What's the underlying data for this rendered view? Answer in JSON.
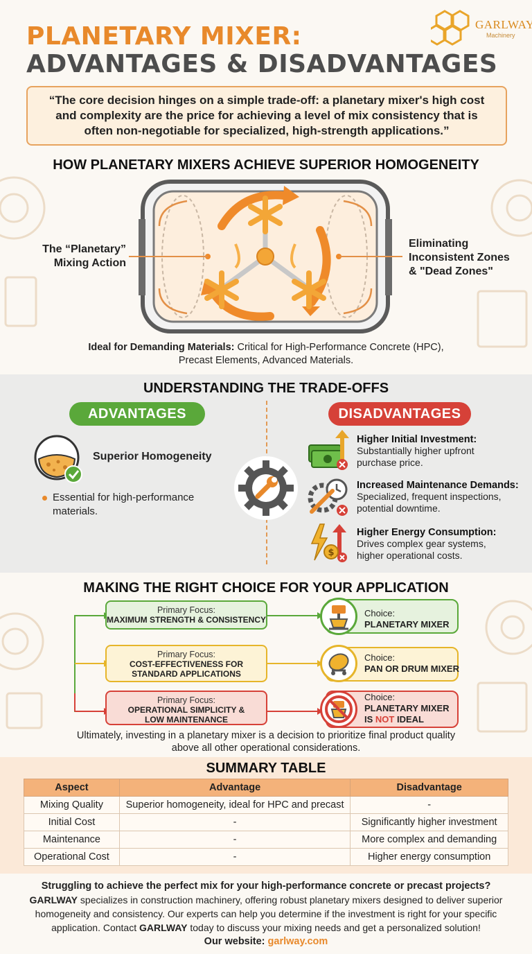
{
  "header": {
    "title_line1": "PLANETARY MIXER:",
    "title_line2": "ADVANTAGES & DISADVANTAGES",
    "logo_name": "GARLWAY",
    "logo_sub": "Machinery"
  },
  "quote": "“The core decision hinges on a simple trade-off: a planetary mixer's high cost and complexity are the price for achieving a level of mix consistency that is often non-negotiable for specialized, high-strength applications.”",
  "homogeneity": {
    "heading": "HOW PLANETARY MIXERS ACHIEVE SUPERIOR HOMOGENEITY",
    "left_label_1": "The “Planetary”",
    "left_label_2": "Mixing Action",
    "right_label_1": "Eliminating",
    "right_label_2": "Inconsistent Zones",
    "right_label_3": "& \"Dead Zones\"",
    "ideal_bold": "Ideal for Demanding Materials:",
    "ideal_text": " Critical for High-Performance Concrete (HPC),",
    "ideal_line2": "Precast Elements, Advanced Materials."
  },
  "tradeoffs": {
    "heading": "UNDERSTANDING THE TRADE-OFFS",
    "advantages_label": "ADVANTAGES",
    "disadvantages_label": "DISADVANTAGES",
    "adv_title": "Superior Homogeneity",
    "adv_bullet": "Essential for high-performance materials.",
    "dis_items": [
      {
        "title": "Higher Initial Investment:",
        "desc": "Substantially higher upfront purchase price."
      },
      {
        "title": "Increased Maintenance Demands:",
        "desc": "Specialized, frequent inspections, potential downtime."
      },
      {
        "title": "Higher Energy Consumption:",
        "desc": "Drives complex gear systems, higher operational costs."
      }
    ]
  },
  "decision": {
    "heading": "MAKING THE RIGHT CHOICE FOR YOUR APPLICATION",
    "focus_prefix": "Primary Focus:",
    "choice_prefix": "Choice:",
    "rows": [
      {
        "focus_1": "MAXIMUM STRENGTH & CONSISTENCY",
        "focus_2": "",
        "choice_1": "PLANETARY MIXER",
        "choice_2": ""
      },
      {
        "focus_1": "COST-EFFECTIVENESS FOR",
        "focus_2": "STANDARD APPLICATIONS",
        "choice_1": "PAN OR DRUM MIXER",
        "choice_2": ""
      },
      {
        "focus_1": "OPERATIONAL SIMPLICITY &",
        "focus_2": "LOW MAINTENANCE",
        "choice_1": "PLANETARY MIXER",
        "choice_2a": "IS ",
        "choice_2b": "NOT",
        "choice_2c": " IDEAL"
      }
    ],
    "ultimately_1": "Ultimately, investing in a planetary mixer is a decision to prioritize final product quality",
    "ultimately_2": "above all other operational considerations."
  },
  "summary": {
    "heading": "SUMMARY TABLE",
    "columns": [
      "Aspect",
      "Advantage",
      "Disadvantage"
    ],
    "rows": [
      [
        "Mixing Quality",
        "Superior homogeneity, ideal for HPC and precast",
        "-"
      ],
      [
        "Initial Cost",
        "-",
        "Significantly higher investment"
      ],
      [
        "Maintenance",
        "-",
        "More complex and demanding"
      ],
      [
        "Operational Cost",
        "-",
        "Higher energy consumption"
      ]
    ]
  },
  "cta": {
    "line1": "Struggling to achieve the perfect mix for your high-performance concrete or precast projects?",
    "brand": "GARLWAY",
    "line2": " specializes in construction machinery, offering robust planetary mixers designed to deliver superior homogeneity and consistency. Our experts can help you determine if the investment is right for your specific application. Contact ",
    "brand2": "GARLWAY",
    "line3": " today to discuss your mixing needs and get a personalized solution!",
    "site_label": "Our website: ",
    "site_url": "garlway.com"
  },
  "colors": {
    "orange": "#e8892b",
    "green": "#5aa83a",
    "red": "#d64138",
    "yellow": "#e6b52a"
  }
}
